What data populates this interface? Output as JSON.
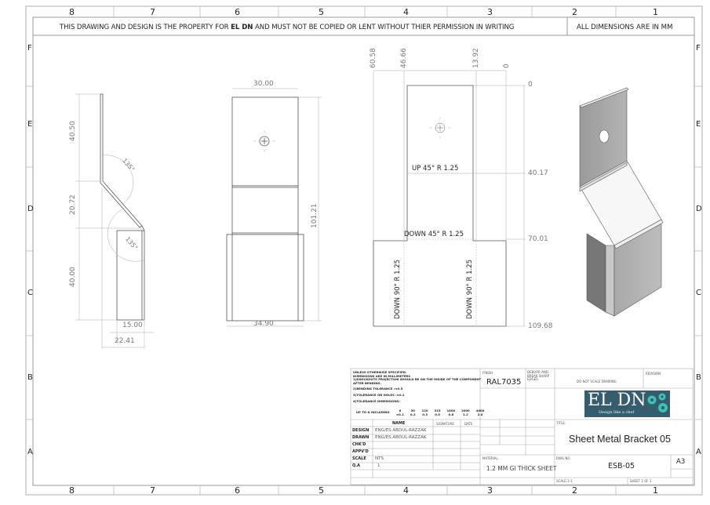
{
  "border": {
    "columns": [
      "8",
      "7",
      "6",
      "5",
      "4",
      "3",
      "2",
      "1"
    ],
    "rows": [
      "F",
      "E",
      "D",
      "C",
      "B",
      "A"
    ]
  },
  "header": {
    "notice_prefix": "THIS DRAWING AND DESIGN IS THE PROPERTY FOR ",
    "notice_brand": "EL DN",
    "notice_suffix": " AND MUST NOT BE COPIED OR LENT WITHOUT THIER PERMISSION IN  WRITING",
    "units_note": "ALL DIMENSIONS ARE IN MM"
  },
  "views": {
    "side_view": {
      "dims": {
        "top_height": "40.50",
        "mid_height": "20.72",
        "bottom_height": "40.00",
        "inner_width": "15.00",
        "overall_width": "22.41"
      },
      "angles": [
        "135°",
        "135°"
      ]
    },
    "front_view": {
      "dims": {
        "top_width": "30.00",
        "bottom_width": "34.90",
        "overall_height": "101.21"
      }
    },
    "flat_pattern": {
      "x_ordinates": [
        "60.58",
        "46.66",
        "13.92",
        "0"
      ],
      "y_ordinates": [
        "0",
        "40.17",
        "70.01",
        "109.68"
      ],
      "bend_notes": {
        "up": "UP  45°  R 1.25",
        "down45": "DOWN  45°  R 1.25",
        "down90_left": "DOWN  90°  R 1.25",
        "down90_right": "DOWN  90°  R 1.25"
      }
    },
    "iso_view": {
      "label": "isometric-3d-view"
    }
  },
  "title_block": {
    "general_notes": {
      "line1": "UNLESS OTHERWISE SPECIFIED:",
      "line2": "DIMENSIONS ARE IN MILLIMETERS",
      "line3": "1)KNOCKOUTS PROJECTION SHOULD BE ON THE INSIDE OF THE COMPONENT",
      "line4": "AFTER BENDING.",
      "line5": "2)BENDING TOLERANCE :±0.5",
      "line6": "3)TOLERANCE ON HOLES :±0.1",
      "line7": "4)TOLERANCE DIMENSIONS:",
      "tol_label": "UP TO & INCLUDING",
      "tol_sizes": [
        "6",
        "30",
        "120",
        "315",
        "1000",
        "2000",
        "4000"
      ],
      "tol_values": [
        "±0.1",
        "0.2",
        "0.3",
        "0.5",
        "0.8",
        "1.2",
        "2.0"
      ]
    },
    "finish_label": "FINISH",
    "finish_value": "RAL7035",
    "deburr_label": "DEBURR AND BREAK SHARP EDGES",
    "do_not_scale": "DO NOT SCALE DRAWING",
    "revision_label": "REVISION",
    "logo": {
      "name": "EL DN",
      "tagline": "Design like a chef",
      "color": "#355d6e",
      "accent": "#3fc1b5"
    },
    "columns": {
      "name": "NAME",
      "signature": "SIGNATURE",
      "date": "DATE"
    },
    "rows": [
      {
        "role": "DESIGN",
        "name": "ENG/ES.ABDUL-RAZZAK"
      },
      {
        "role": "DRAWN",
        "name": "ENG/ES.ABDUL-RAZZAK"
      },
      {
        "role": "CHK'D",
        "name": ""
      },
      {
        "role": "APPV'D",
        "name": ""
      },
      {
        "role": "SCALE",
        "name": "NTS"
      },
      {
        "role": "Q.A",
        "name": "1"
      }
    ],
    "title_label": "TITLE:",
    "title": "Sheet Metal Bracket 05",
    "material_label": "MATERIAL",
    "material": "1.2 MM GI THICK  SHEET",
    "dwg_no_label": "DWG NO.",
    "dwg_no": "ESB-05",
    "size": "A3",
    "scale": "SCALE:1:1",
    "sheet": "SHEET 1 OF 1"
  }
}
